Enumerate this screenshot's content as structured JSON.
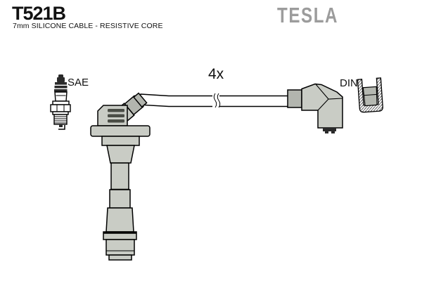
{
  "header": {
    "part_number": "T521B",
    "description": "7mm SILICONE CABLE - RESISTIVE CORE",
    "brand": "TESLA"
  },
  "diagram": {
    "quantity": "4x",
    "spark_plug_standard": "SAE",
    "coil_connector_standard": "DIN",
    "illustrations": [
      "spark-plug",
      "spark-plug-boot",
      "ignition-cable-with-break",
      "coil-elbow-boot",
      "din-connector-cross-section"
    ]
  },
  "colors": {
    "background": "#ffffff",
    "text": "#111111",
    "line": "#000000",
    "boot_fill": "#c9ccc5",
    "sleeve_fill": "#b2b5ae",
    "terminal_fill": "#b5b8b1",
    "slot_fill": "#4a4d46",
    "dark_fill": "#2a2a2a",
    "logo_gray": "#9c9c9c"
  }
}
